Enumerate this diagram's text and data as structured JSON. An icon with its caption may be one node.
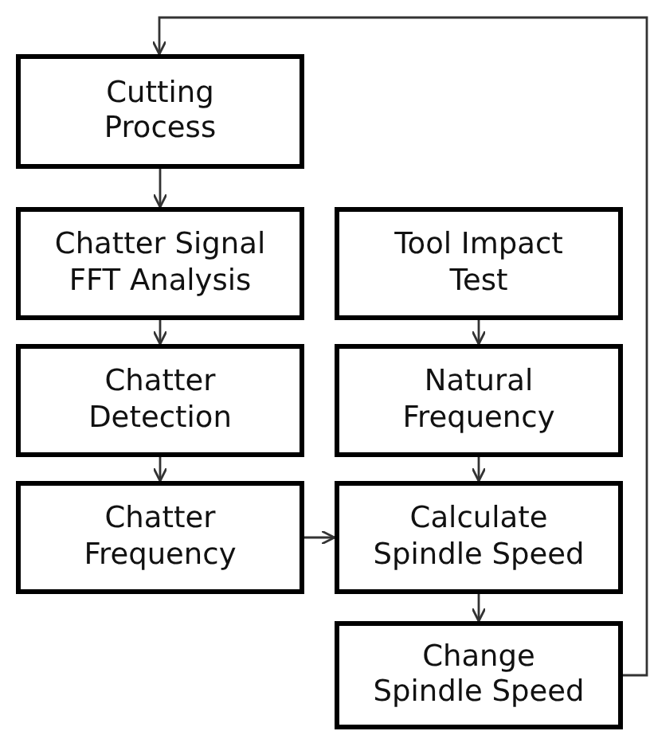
{
  "diagram": {
    "nodes": [
      {
        "text": [
          "Cutting Process"
        ]
      },
      {
        "text": [
          "Chatter Signal FFT Analysis"
        ]
      },
      {
        "text": [
          "Tool Impact Test"
        ]
      },
      {
        "text": [
          "Chatter Detection"
        ]
      },
      {
        "text": [
          "Natural Frequency"
        ]
      },
      {
        "text": [
          "Chatter Frequency"
        ]
      },
      {
        "text": [
          "Calculate Spindle Speed"
        ]
      },
      {
        "text": [
          "Change Spindle Speed"
        ]
      }
    ],
    "edges": [
      {
        "from": 0,
        "to": 1,
        "arrow": "to"
      },
      {
        "from": 1,
        "to": 3,
        "arrow": "to"
      },
      {
        "from": 3,
        "to": 5,
        "arrow": "to"
      },
      {
        "from": 5,
        "to": 6,
        "arrow": "to"
      },
      {
        "from": 2,
        "to": 4,
        "arrow": "to"
      },
      {
        "from": 4,
        "to": 6,
        "arrow": "to"
      },
      {
        "from": 6,
        "to": 7,
        "arrow": "to"
      },
      {
        "from": 7,
        "to": 0,
        "arrow": "to"
      }
    ]
  }
}
